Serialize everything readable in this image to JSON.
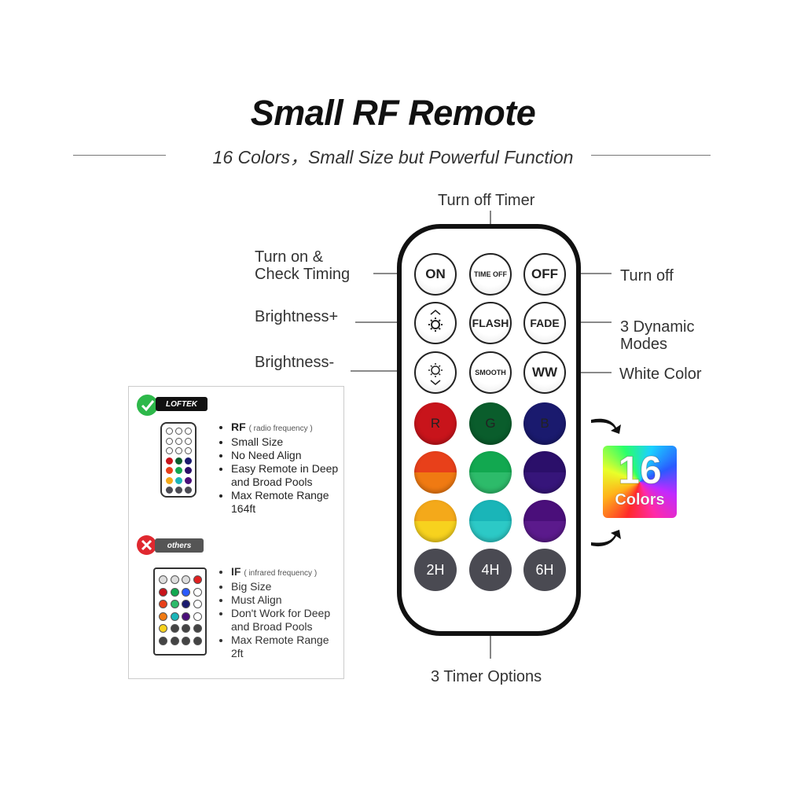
{
  "header": {
    "title": "Small RF Remote",
    "subtitle": "16 Colors，Small Size but Powerful Function"
  },
  "callouts": {
    "turn_off_timer": "Turn off Timer",
    "turn_on_line1": "Turn on &",
    "turn_on_line2": "Check Timing",
    "turn_off": "Turn off",
    "brightness_plus": "Brightness+",
    "brightness_minus": "Brightness-",
    "dynamic_line1": "3 Dynamic",
    "dynamic_line2": "Modes",
    "white_color": "White Color",
    "timer_options": "3 Timer Options"
  },
  "remote": {
    "row1": [
      "ON",
      "TIME OFF",
      "OFF"
    ],
    "row2": [
      "FLASH",
      "FADE"
    ],
    "row3": [
      "SMOOTH",
      "WW"
    ],
    "rgb": [
      "R",
      "G",
      "B"
    ],
    "timers": [
      "2H",
      "4H",
      "6H"
    ],
    "colors": {
      "red": "#c8141b",
      "green": "#0a5d2c",
      "blue": "#1a1a6e",
      "orange_top": "#e8401a",
      "orange_bottom": "#f07a12",
      "lgreen_top": "#12a850",
      "lgreen_bottom": "#2dbb6a",
      "indigo_top": "#2b0f6a",
      "indigo_bottom": "#36157a",
      "yellow_top": "#f4a91a",
      "yellow_bottom": "#f7d21e",
      "cyan_top": "#1ab5b8",
      "cyan_bottom": "#2cc9c6",
      "purple_top": "#4a0f7a",
      "purple_bottom": "#5b1a8c",
      "timer": "#4a4a52"
    }
  },
  "badge": {
    "number": "16",
    "word": "Colors"
  },
  "comparison": {
    "rf_tag": "LOFTEK",
    "rf_title": "RF",
    "rf_note": "( radio frequency )",
    "rf_features": [
      "Small Size",
      "No Need Align",
      "Easy Remote in Deep and Broad Pools",
      "Max Remote Range 164ft"
    ],
    "ir_tag": "others",
    "ir_title": "IF",
    "ir_note": "( infrared frequency )",
    "ir_features": [
      "Big Size",
      "Must Align",
      "Don't Work for Deep and Broad Pools",
      "Max Remote Range 2ft"
    ]
  }
}
